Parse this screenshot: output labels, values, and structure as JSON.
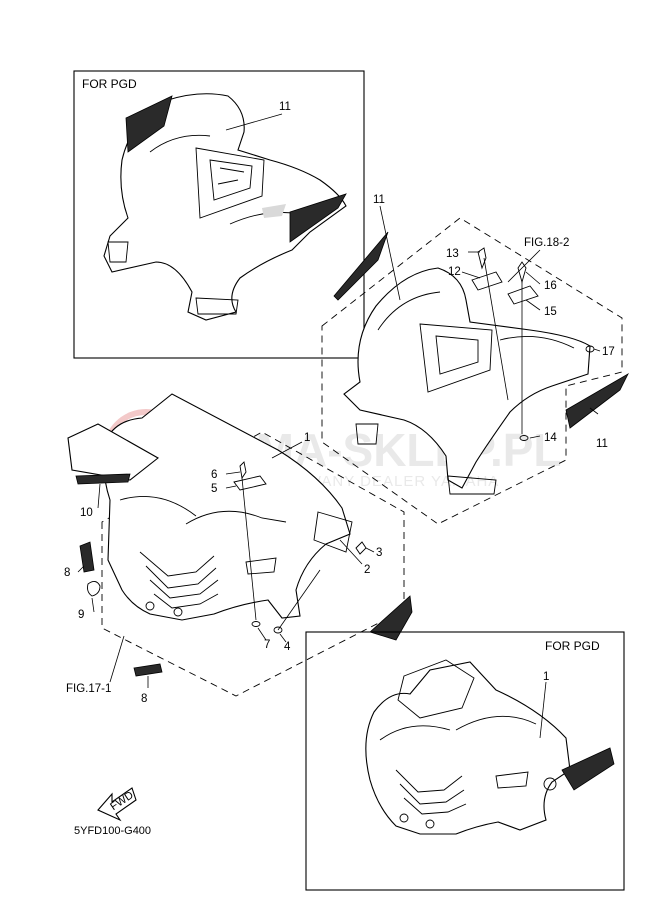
{
  "boxes": {
    "top_title": "FOR PGD",
    "bottom_title": "FOR PGD"
  },
  "figure_refs": {
    "fig_18_2": "FIG.18-2",
    "fig_17_1": "FIG.17-1"
  },
  "callouts": {
    "c11_top": "11",
    "c11_mid": "11",
    "c11_right": "11",
    "c13": "13",
    "c12": "12",
    "c16": "16",
    "c15": "15",
    "c17": "17",
    "c14": "14",
    "c1_main": "1",
    "c1_bottom": "1",
    "c6": "6",
    "c5": "5",
    "c10": "10",
    "c3": "3",
    "c2": "2",
    "c8_left": "8",
    "c9": "9",
    "c7": "7",
    "c4": "4",
    "c8_bottom": "8"
  },
  "fwd_arrow_label": "FWD",
  "diagram_code": "5YFD100-G400",
  "watermark": {
    "brand": "YAMA-SKLEP.PL",
    "tagline": "AUTORYZOWANY DEALER YAMAHA"
  }
}
